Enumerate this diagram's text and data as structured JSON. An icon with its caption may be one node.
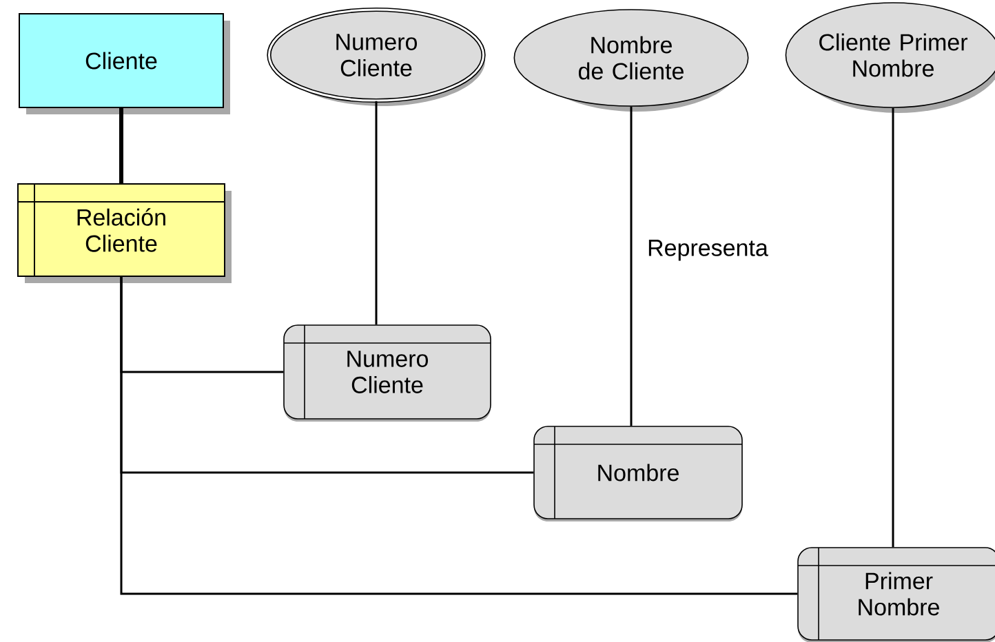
{
  "diagram": {
    "nodes": [
      {
        "text": [
          "Cliente"
        ]
      },
      {
        "text": [
          "Relación Cliente"
        ]
      },
      {
        "text": [
          "Numero Cliente"
        ]
      },
      {
        "text": [
          "Nombre de Cliente"
        ]
      },
      {
        "text": [
          "Cliente Primer Nombre"
        ]
      },
      {
        "text": [
          "Numero Cliente"
        ]
      },
      {
        "text": [
          "Nombre"
        ]
      },
      {
        "text": [
          "Primer Nombre"
        ]
      }
    ],
    "edges": [
      {
        "from": 0,
        "to": 1,
        "arrow": "none",
        "style": "thick"
      },
      {
        "from": 1,
        "to": 5,
        "arrow": "none"
      },
      {
        "from": 1,
        "to": 6,
        "arrow": "none"
      },
      {
        "from": 1,
        "to": 7,
        "arrow": "none"
      },
      {
        "from": 2,
        "to": 5,
        "arrow": "none"
      },
      {
        "from": 3,
        "to": 6,
        "arrow": "none",
        "label": "Representa"
      },
      {
        "from": 4,
        "to": 7,
        "arrow": "none"
      }
    ]
  }
}
